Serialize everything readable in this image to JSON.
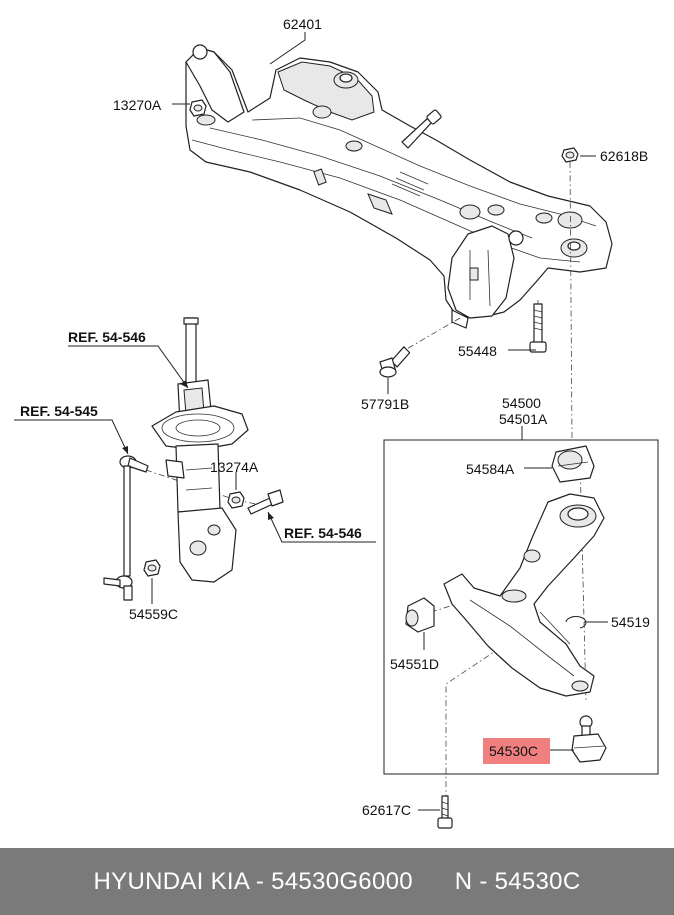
{
  "labels": {
    "p62401": "62401",
    "p13270A": "13270A",
    "p62618B": "62618B",
    "p55448": "55448",
    "p57791B": "57791B",
    "p54500": "54500",
    "p54501A": "54501A",
    "p54584A": "54584A",
    "p54519": "54519",
    "p54551D": "54551D",
    "p54530C": "54530C",
    "p62617C": "62617C",
    "p13274A": "13274A",
    "p54559C": "54559C",
    "ref_top": "REF. 54-546",
    "ref_link": "REF. 54-545",
    "ref_mid": "REF. 54-546"
  },
  "highlight_color": "#f08080",
  "footer": {
    "brand": "HYUNDAI KIA - 54530G6000",
    "code": "N - 54530C"
  }
}
